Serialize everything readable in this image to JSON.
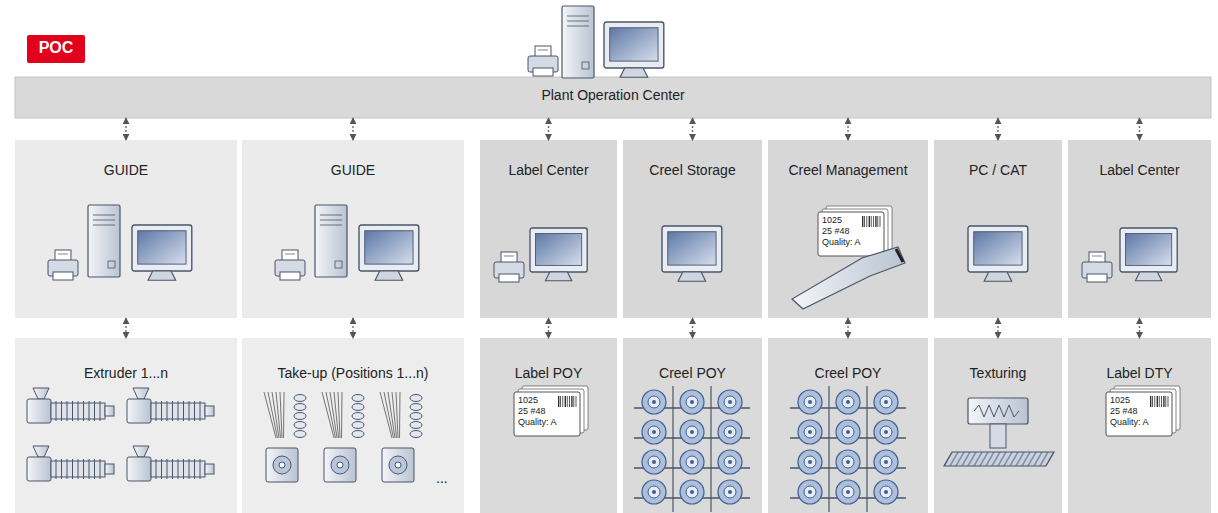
{
  "diagram": {
    "nodes": [
      {
        "text": [
          "POC"
        ]
      },
      {
        "text": [
          "Plant Operation Center"
        ]
      },
      {
        "text": [
          "GUIDE"
        ]
      },
      {
        "text": [
          "GUIDE"
        ]
      },
      {
        "text": [
          "Label Center"
        ]
      },
      {
        "text": [
          "Creel Storage"
        ]
      },
      {
        "text": [
          "Creel Management"
        ]
      },
      {
        "text": [
          "PC / CAT"
        ]
      },
      {
        "text": [
          "Label Center"
        ]
      },
      {
        "text": [
          "Extruder 1...n"
        ]
      },
      {
        "text": [
          "Take-up (Positions 1...n)"
        ]
      },
      {
        "text": [
          "Label POY"
        ]
      },
      {
        "text": [
          "Creel POY"
        ]
      },
      {
        "text": [
          "Creel POY"
        ]
      },
      {
        "text": [
          "Texturing"
        ]
      },
      {
        "text": [
          "Label DTY"
        ]
      }
    ],
    "edges": [
      {
        "from": 1,
        "to": 2,
        "arrow": "both"
      },
      {
        "from": 1,
        "to": 3,
        "arrow": "both"
      },
      {
        "from": 1,
        "to": 4,
        "arrow": "both"
      },
      {
        "from": 1,
        "to": 5,
        "arrow": "both"
      },
      {
        "from": 1,
        "to": 6,
        "arrow": "both"
      },
      {
        "from": 1,
        "to": 7,
        "arrow": "both"
      },
      {
        "from": 1,
        "to": 8,
        "arrow": "both"
      },
      {
        "from": 2,
        "to": 9,
        "arrow": "both"
      },
      {
        "from": 3,
        "to": 10,
        "arrow": "both"
      },
      {
        "from": 4,
        "to": 11,
        "arrow": "both"
      },
      {
        "from": 5,
        "to": 12,
        "arrow": "both"
      },
      {
        "from": 6,
        "to": 13,
        "arrow": "both"
      },
      {
        "from": 7,
        "to": 14,
        "arrow": "both"
      },
      {
        "from": 8,
        "to": 15,
        "arrow": "both"
      }
    ],
    "labels": [
      "1025",
      "25 #48",
      "Quality: A",
      "...",
      "1025",
      "25 #48",
      "Quality: A",
      "1025",
      "25 #48",
      "Quality: A"
    ]
  }
}
